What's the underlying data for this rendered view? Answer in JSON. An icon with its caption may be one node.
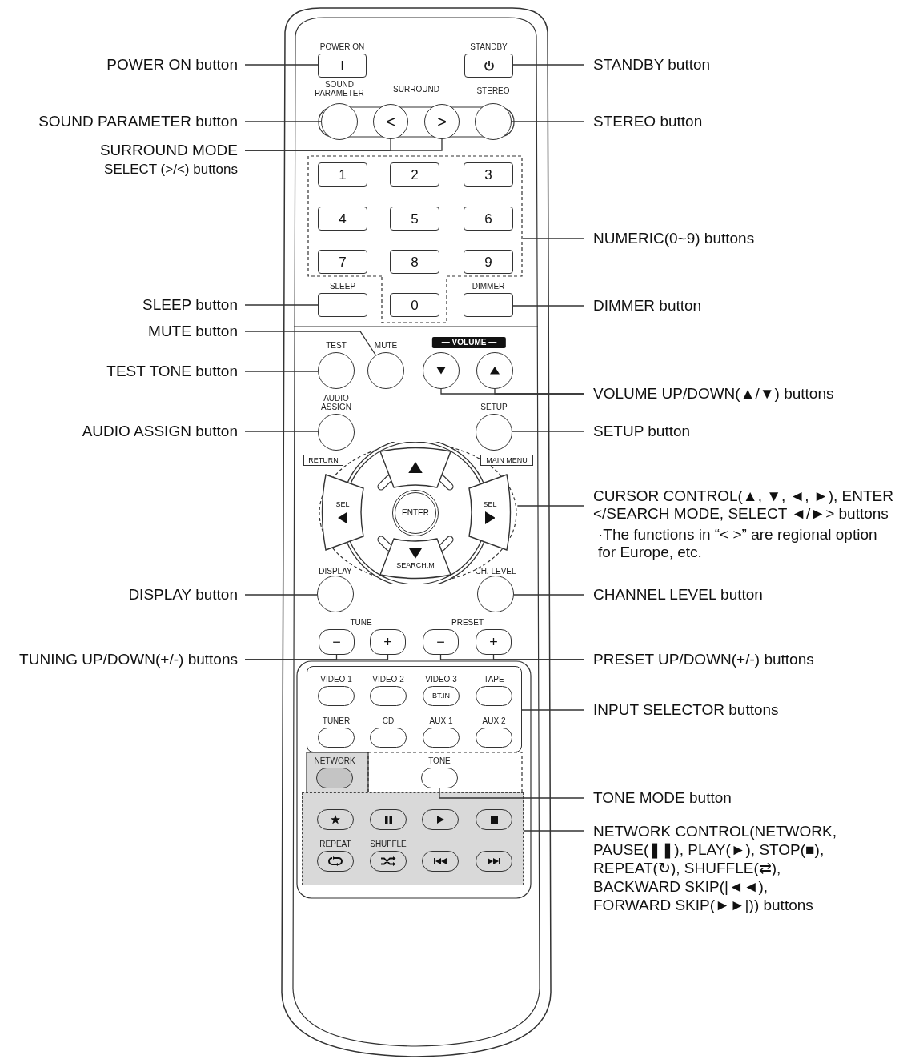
{
  "diagram": {
    "nodes": [
      {
        "text": [],
        "shape": "box"
      },
      {
        "text": [
          "POWER ON",
          "I"
        ],
        "in": 0
      },
      {
        "text": [
          "STANDBY"
        ],
        "in": 0
      },
      {
        "text": [
          "SOUND PARAMETER"
        ],
        "in": 0
      },
      {
        "text": [
          "<"
        ],
        "in": 0
      },
      {
        "text": [
          ">"
        ],
        "in": 0
      },
      {
        "text": [
          "STEREO"
        ],
        "in": 0
      },
      {
        "text": [],
        "shape": "box",
        "in": 0
      },
      {
        "text": [
          "1"
        ],
        "in": 7
      },
      {
        "text": [
          "2"
        ],
        "in": 7
      },
      {
        "text": [
          "3"
        ],
        "in": 7
      },
      {
        "text": [
          "4"
        ],
        "in": 7
      },
      {
        "text": [
          "5"
        ],
        "in": 7
      },
      {
        "text": [
          "6"
        ],
        "in": 7
      },
      {
        "text": [
          "7"
        ],
        "in": 7
      },
      {
        "text": [
          "8"
        ],
        "in": 7
      },
      {
        "text": [
          "9"
        ],
        "in": 7
      },
      {
        "text": [
          "SLEEP"
        ],
        "in": 0
      },
      {
        "text": [
          "0"
        ],
        "in": 0
      },
      {
        "text": [
          "DIMMER"
        ],
        "in": 0
      },
      {
        "text": [
          "TEST"
        ],
        "in": 0
      },
      {
        "text": [
          "MUTE"
        ],
        "in": 0
      },
      {
        "text": [],
        "shape": "circle",
        "in": 0
      },
      {
        "text": [],
        "shape": "circle",
        "in": 0
      },
      {
        "text": [
          "AUDIO ASSIGN"
        ],
        "in": 0
      },
      {
        "text": [
          "SETUP"
        ],
        "in": 0
      },
      {
        "text": [],
        "shape": "circle",
        "in": 0
      },
      {
        "text": [],
        "shape": "box",
        "in": 26
      },
      {
        "text": [
          "SEL"
        ],
        "in": 26
      },
      {
        "text": [
          "ENTER"
        ],
        "in": 26
      },
      {
        "text": [
          "SEL"
        ],
        "in": 26
      },
      {
        "text": [
          "SEARCH.M"
        ],
        "in": 26
      },
      {
        "text": [
          "RETURN"
        ],
        "in": 0
      },
      {
        "text": [
          "MAIN MENU"
        ],
        "in": 0
      },
      {
        "text": [
          "DISPLAY"
        ],
        "in": 0
      },
      {
        "text": [
          "CH. LEVEL"
        ],
        "in": 0
      },
      {
        "text": [
          "−"
        ],
        "in": 0
      },
      {
        "text": [
          "+"
        ],
        "in": 0
      },
      {
        "text": [
          "−"
        ],
        "in": 0
      },
      {
        "text": [
          "+"
        ],
        "in": 0
      },
      {
        "text": [],
        "shape": "box",
        "in": 0
      },
      {
        "text": [
          "VIDEO 1"
        ],
        "in": 40
      },
      {
        "text": [
          "VIDEO 2"
        ],
        "in": 40
      },
      {
        "text": [
          "VIDEO 3",
          "BT.IN"
        ],
        "in": 40
      },
      {
        "text": [
          "TAPE"
        ],
        "in": 40
      },
      {
        "text": [
          "TUNER"
        ],
        "in": 40
      },
      {
        "text": [
          "CD"
        ],
        "in": 40
      },
      {
        "text": [
          "AUX 1"
        ],
        "in": 40
      },
      {
        "text": [
          "AUX 2"
        ],
        "in": 40
      },
      {
        "text": [
          "NETWORK"
        ],
        "in": 0
      },
      {
        "text": [
          "TONE"
        ],
        "in": 0
      },
      {
        "text": [],
        "shape": "box",
        "in": 0
      },
      {
        "text": [],
        "shape": "box",
        "in": 51
      },
      {
        "text": [],
        "shape": "box",
        "in": 51
      },
      {
        "text": [],
        "shape": "box",
        "in": 51
      },
      {
        "text": [],
        "shape": "box",
        "in": 51
      },
      {
        "text": [
          "REPEAT"
        ],
        "in": 51
      },
      {
        "text": [
          "SHUFFLE"
        ],
        "in": 51
      },
      {
        "text": [],
        "shape": "box",
        "in": 51
      },
      {
        "text": [],
        "shape": "box",
        "in": 51
      },
      {
        "text": [
          "POWER ON button"
        ]
      },
      {
        "text": [
          "STANDBY button"
        ]
      },
      {
        "text": [
          "SOUND PARAMETER button"
        ]
      },
      {
        "text": [
          "STEREO button"
        ]
      },
      {
        "text": [
          "SURROUND MODE",
          "SELECT (>/<) buttons"
        ]
      },
      {
        "text": [
          "NUMERIC(0~9) buttons"
        ]
      },
      {
        "text": [
          "SLEEP button"
        ]
      },
      {
        "text": [
          "DIMMER button"
        ]
      },
      {
        "text": [
          "MUTE button"
        ]
      },
      {
        "text": [
          "TEST TONE button"
        ]
      },
      {
        "text": [
          "VOLUME UP/DOWN(▲/▼) buttons"
        ]
      },
      {
        "text": [
          "AUDIO ASSIGN button"
        ]
      },
      {
        "text": [
          "SETUP button"
        ]
      },
      {
        "text": [
          "CURSOR CONTROL(▲, ▼, ◄, ►), ENTER </SEARCH MODE, SELECT ◄/►> buttons",
          "·The functions in “< >” are regional option for Europe, etc."
        ]
      },
      {
        "text": [
          "DISPLAY button"
        ]
      },
      {
        "text": [
          "CHANNEL LEVEL button"
        ]
      },
      {
        "text": [
          "TUNING UP/DOWN(+/-) buttons"
        ]
      },
      {
        "text": [
          "PRESET UP/DOWN(+/-) buttons"
        ]
      },
      {
        "text": [
          "INPUT SELECTOR buttons"
        ]
      },
      {
        "text": [
          "TONE MODE button"
        ]
      },
      {
        "text": [
          "NETWORK CONTROL(NETWORK, PAUSE(❚❚), PLAY(►), STOP(■), REPEAT(↻), SHUFFLE(⇄), BACKWARD SKIP(|◄◄), FORWARD SKIP(►►|)) buttons"
        ]
      }
    ],
    "edges": [
      {
        "from": 60,
        "to": 1,
        "arrow": "none"
      },
      {
        "from": 61,
        "to": 2,
        "arrow": "none"
      },
      {
        "from": 62,
        "to": 3,
        "arrow": "none"
      },
      {
        "from": 63,
        "to": 6,
        "arrow": "none"
      },
      {
        "from": 64,
        "to": 4,
        "arrow": "none"
      },
      {
        "from": 64,
        "to": 5,
        "arrow": "none"
      },
      {
        "from": 65,
        "to": 7,
        "arrow": "none"
      },
      {
        "from": 66,
        "to": 17,
        "arrow": "none"
      },
      {
        "from": 67,
        "to": 19,
        "arrow": "none"
      },
      {
        "from": 68,
        "to": 21,
        "arrow": "none"
      },
      {
        "from": 69,
        "to": 20,
        "arrow": "none"
      },
      {
        "from": 70,
        "to": 22,
        "arrow": "none"
      },
      {
        "from": 70,
        "to": 23,
        "arrow": "none"
      },
      {
        "from": 71,
        "to": 24,
        "arrow": "none"
      },
      {
        "from": 72,
        "to": 25,
        "arrow": "none"
      },
      {
        "from": 73,
        "to": 26,
        "arrow": "none"
      },
      {
        "from": 74,
        "to": 34,
        "arrow": "none"
      },
      {
        "from": 75,
        "to": 35,
        "arrow": "none"
      },
      {
        "from": 76,
        "to": 36,
        "arrow": "none"
      },
      {
        "from": 76,
        "to": 37,
        "arrow": "none"
      },
      {
        "from": 77,
        "to": 38,
        "arrow": "none"
      },
      {
        "from": 77,
        "to": 39,
        "arrow": "none"
      },
      {
        "from": 78,
        "to": 40,
        "arrow": "none"
      },
      {
        "from": 79,
        "to": 50,
        "arrow": "none"
      },
      {
        "from": 80,
        "to": 51,
        "arrow": "none"
      }
    ],
    "labels": [
      "— SURROUND —",
      "— VOLUME —",
      "TUNE",
      "PRESET"
    ]
  }
}
